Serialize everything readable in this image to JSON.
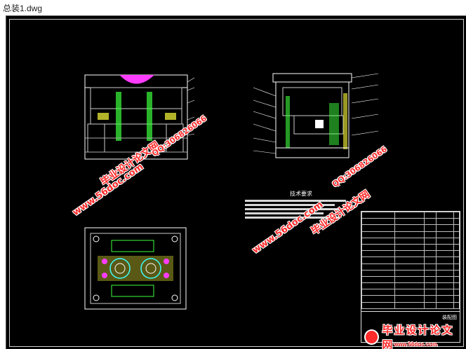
{
  "window": {
    "title": "总装1.dwg"
  },
  "watermarks": [
    {
      "text": "毕业设计论文网",
      "kind": "cn"
    },
    {
      "text": "www.56doc.com",
      "kind": "url"
    },
    {
      "text": "QQ:306826066",
      "kind": "qq"
    },
    {
      "text": "毕业设计论文网",
      "kind": "cn"
    },
    {
      "text": "QQ:306826066",
      "kind": "qq"
    },
    {
      "text": "www.56doc.com",
      "kind": "url"
    }
  ],
  "tech": {
    "title": "技术要求"
  },
  "title_block": {
    "name": "装配图"
  },
  "brand": {
    "name": "毕业设计论文网",
    "url": "www.56doc.com"
  },
  "colors": {
    "background": "#000000",
    "magenta": "#ff3cff",
    "green": "#3cff3c",
    "yellow": "#ffff3c",
    "cyan": "#3cffff",
    "watermark": "#ff2a2a"
  }
}
